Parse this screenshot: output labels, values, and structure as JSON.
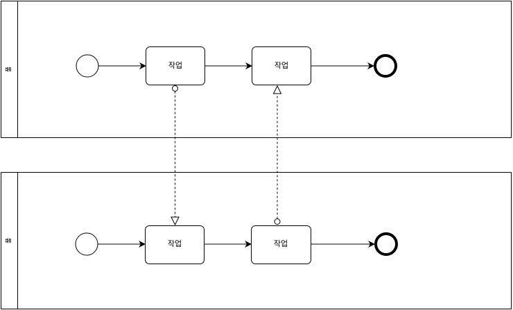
{
  "pools": [
    {
      "label": "풀",
      "tasks": [
        "작업",
        "작업"
      ]
    },
    {
      "label": "풀",
      "tasks": [
        "작업",
        "작업"
      ]
    }
  ]
}
